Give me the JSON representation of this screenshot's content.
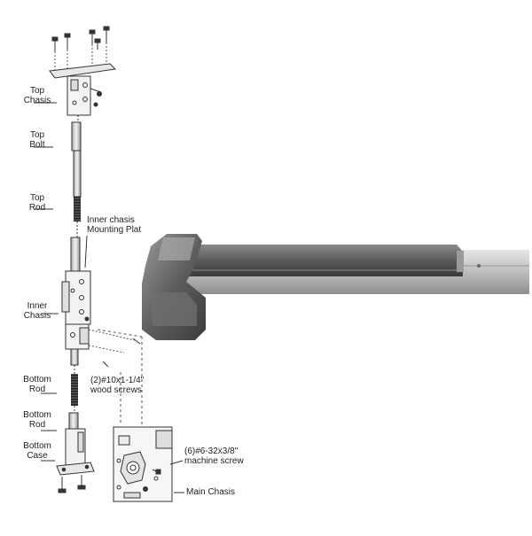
{
  "labels": {
    "top_chasis": [
      "Top",
      "Chasis"
    ],
    "top_bolt": [
      "Top",
      "Bolt"
    ],
    "top_rod": [
      "Top",
      "Rod"
    ],
    "inner_mount": [
      "Inner chasis",
      "Mounting Plat"
    ],
    "inner_chasis": [
      "Inner",
      "Chasis"
    ],
    "bottom_rod_1": [
      "Bottom",
      "Rod"
    ],
    "bottom_rod_2": [
      "Bottom",
      "Rod"
    ],
    "bottom_case": [
      "Bottom",
      "Case"
    ],
    "wood_screws": [
      "(2)#10x1-1/4\"",
      "wood screws"
    ],
    "machine_screw": [
      "(6)#6-32x3/8\"",
      "machine screw"
    ],
    "main_chasis": [
      "Main Chasis"
    ]
  },
  "colors": {
    "bar_dark": "#4a4a4a",
    "bar_mid": "#7a7a7a",
    "bar_light": "#c8c8c8",
    "line": "#333333"
  }
}
